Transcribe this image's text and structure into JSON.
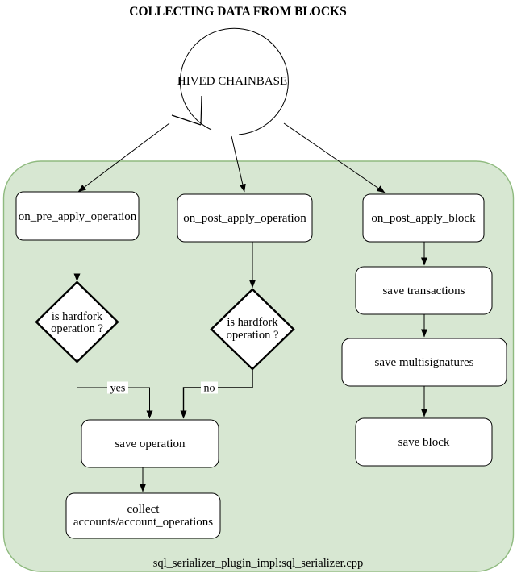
{
  "title": "COLLECTING DATA FROM BLOCKS",
  "caption": "sql_serializer_plugin_impl:sql_serializer.cpp",
  "source": {
    "label": "HIVED CHAINBASE"
  },
  "nodes": {
    "on_pre_apply_operation": {
      "label": "on_pre_apply_operation"
    },
    "on_post_apply_operation": {
      "label": "on_post_apply_operation"
    },
    "on_post_apply_block": {
      "label": "on_post_apply_block"
    },
    "save_transactions": {
      "label": "save transactions"
    },
    "save_multisignatures": {
      "label": "save multisignatures"
    },
    "save_block": {
      "label": "save block"
    },
    "save_operation": {
      "label": "save operation"
    },
    "collect": {
      "line1": "collect",
      "line2": "accounts/account_operations"
    }
  },
  "decisions": {
    "left": {
      "line1": "is hardfork",
      "line2": "operation ?"
    },
    "right": {
      "line1": "is hardfork",
      "line2": "operation ?"
    }
  },
  "edge_labels": {
    "yes": "yes",
    "no": "no"
  },
  "colors": {
    "container_fill": "#d7e7d2",
    "container_stroke": "#8fba7f",
    "node_fill": "#ffffff",
    "node_stroke": "#000000",
    "arrow": "#000000"
  }
}
